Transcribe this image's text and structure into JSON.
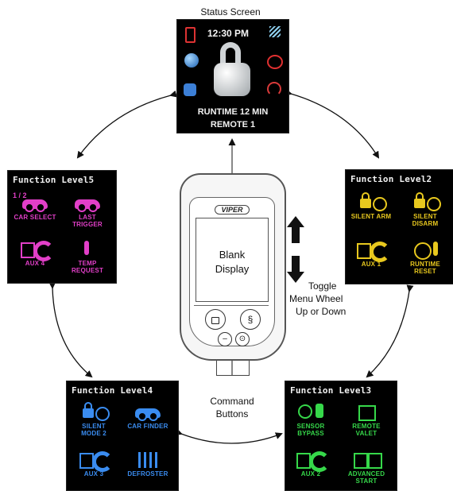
{
  "diagram": {
    "status_label": "Status Screen",
    "status_screen": {
      "time": "12:30 PM",
      "runtime": "RUNTIME 12 MIN",
      "remote": "REMOTE 1"
    },
    "remote": {
      "brand": "VIPER",
      "display_line1": "Blank",
      "display_line2": "Display"
    },
    "toggle_label": [
      "Toggle",
      "Menu Wheel",
      "Up or Down"
    ],
    "command_label": [
      "Command",
      "Buttons"
    ],
    "levels": {
      "level2": {
        "title": "Function Level2",
        "accent": "#e8c81e",
        "tiles": [
          "SILENT ARM",
          "SILENT DISARM",
          "AUX 1",
          "RUNTIME RESET"
        ]
      },
      "level3": {
        "title": "Function Level3",
        "accent": "#36d84a",
        "tiles": [
          "SENSOR BYPASS",
          "REMOTE VALET",
          "AUX 2",
          "ADVANCED START"
        ]
      },
      "level4": {
        "title": "Function Level4",
        "accent": "#3a8cf0",
        "tiles": [
          "SILENT MODE 2",
          "CAR FINDER",
          "AUX 3",
          "DEFROSTER"
        ]
      },
      "level5": {
        "title": "Function Level5",
        "accent": "#e23fc8",
        "page": "1 / 2",
        "tiles": [
          "CAR SELECT",
          "LAST TRIGGER",
          "AUX 4",
          "TEMP REQUEST"
        ]
      }
    }
  }
}
